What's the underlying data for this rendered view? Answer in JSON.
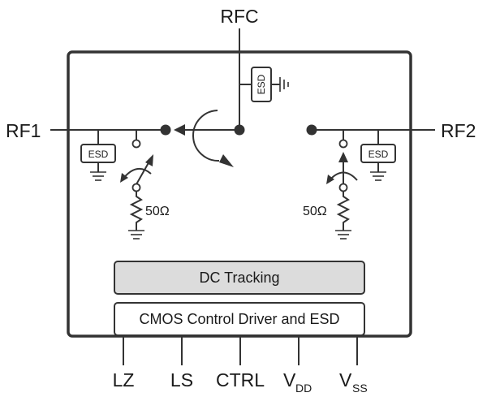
{
  "pins": {
    "rfc": "RFC",
    "rf1": "RF1",
    "rf2": "RF2",
    "lz": "LZ",
    "ls": "LS",
    "ctrl": "CTRL",
    "vdd_main": "V",
    "vdd_sub": "DD",
    "vss_main": "V",
    "vss_sub": "SS"
  },
  "components": {
    "esd_label": "ESD",
    "termination_left": "50Ω",
    "termination_right": "50Ω"
  },
  "blocks": {
    "dc_tracking": "DC Tracking",
    "cmos_driver": "CMOS Control Driver and ESD"
  },
  "colors": {
    "line": "#333333",
    "block_fill": "#dcdcdc",
    "background": "#ffffff"
  }
}
